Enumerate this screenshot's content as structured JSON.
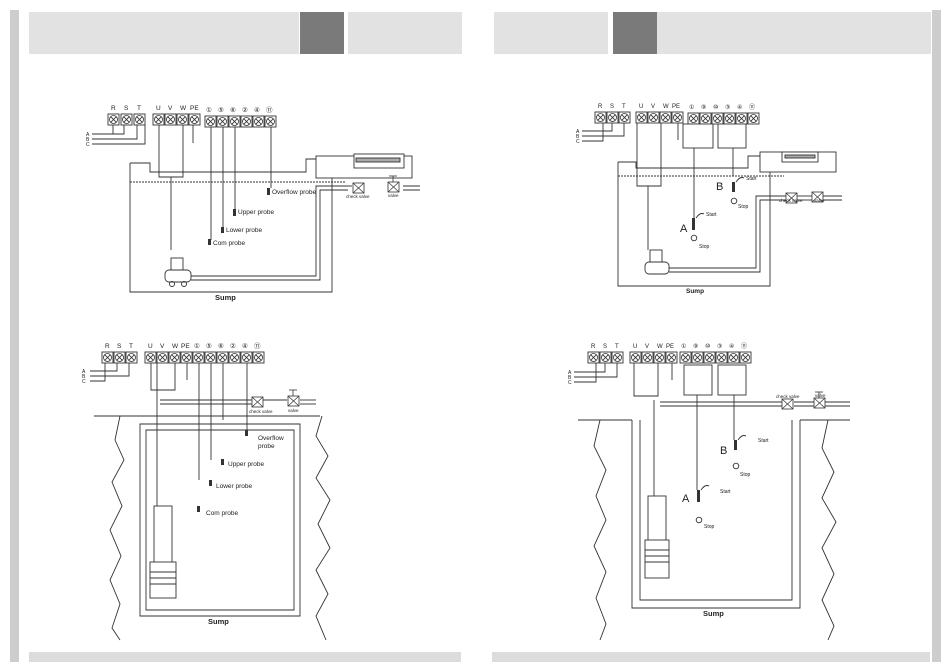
{
  "terminals": {
    "supply": [
      "R",
      "S",
      "T"
    ],
    "motor": [
      "U",
      "V",
      "W",
      "PE"
    ],
    "probes_left": [
      "①",
      "⑤",
      "⑥",
      "②",
      "④",
      "⑪"
    ],
    "probes_right": [
      "①",
      "⑨",
      "⑩",
      "③",
      "④",
      "⑪"
    ]
  },
  "phases": [
    "A",
    "B",
    "C"
  ],
  "labels": {
    "overflow_probe": "Overflow probe",
    "overflow_probe_line1": "Overflow",
    "overflow_probe_line2": "probe",
    "upper_probe": "Upper probe",
    "lower_probe": "Lower probe",
    "com_probe": "Com probe",
    "check_valve": "check valve",
    "valve": "valve",
    "sump": "Sump",
    "float_a": "A",
    "float_b": "B",
    "start": "Start",
    "stop": "Stop"
  },
  "colors": {
    "header_bar": "#e2e2e2",
    "header_dark": "#7a7a7a",
    "side_bar": "#c8c8c8",
    "line": "#333333"
  }
}
